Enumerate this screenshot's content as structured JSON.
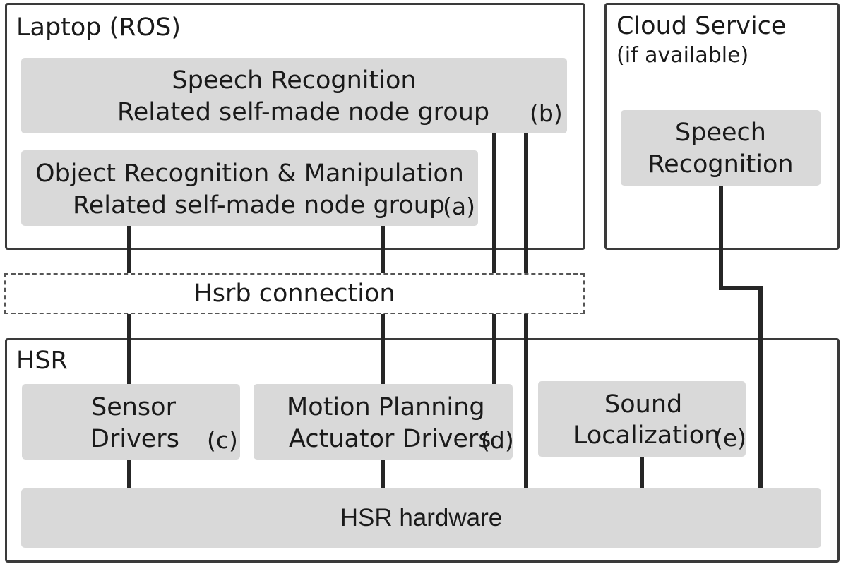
{
  "laptop": {
    "title": "Laptop (ROS)",
    "speech_node": {
      "line1": "Speech Recognition",
      "line2": "Related self-made node group",
      "tag": "(b)"
    },
    "object_node": {
      "line1": "Object Recognition & Manipulation",
      "line2": "Related self-made node group",
      "tag": "(a)"
    }
  },
  "cloud": {
    "title": "Cloud Service",
    "subtitle": "(if available)",
    "speech_node": {
      "line1": "Speech",
      "line2": "Recognition"
    }
  },
  "connection": {
    "label": "Hsrb connection"
  },
  "hsr": {
    "title": "HSR",
    "sensor_node": {
      "line1": "Sensor",
      "line2": "Drivers",
      "tag": "(c)"
    },
    "motion_node": {
      "line1": "Motion Planning",
      "line2": "Actuator Drivers",
      "tag": "(d)"
    },
    "sound_node": {
      "line1": "Sound",
      "line2": "Localization",
      "tag": "(e)"
    },
    "hardware": {
      "label": "HSR hardware"
    }
  }
}
